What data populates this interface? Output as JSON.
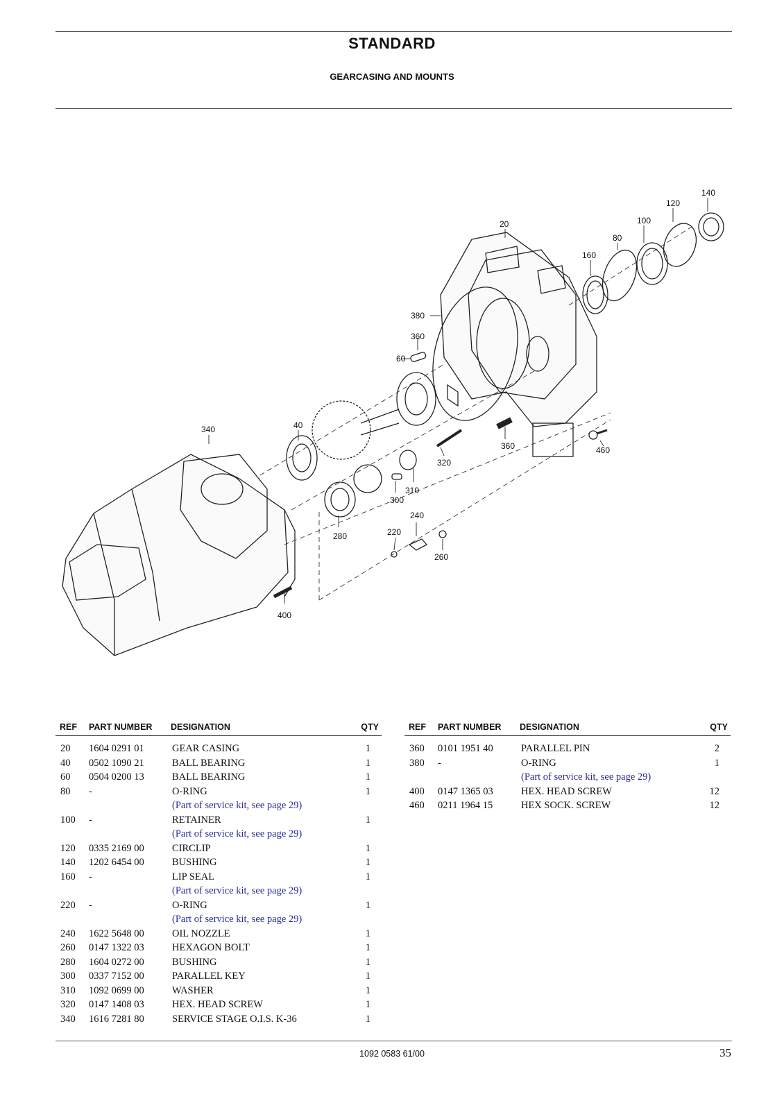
{
  "header": {
    "title": "STANDARD",
    "subtitle": "GEARCASING AND MOUNTS"
  },
  "diagram": {
    "callouts": [
      "20",
      "40",
      "60",
      "80",
      "100",
      "120",
      "140",
      "160",
      "220",
      "240",
      "260",
      "280",
      "300",
      "310",
      "320",
      "340",
      "360",
      "360",
      "380",
      "400",
      "460"
    ]
  },
  "table": {
    "columns": {
      "ref": "REF",
      "part_number": "PART NUMBER",
      "designation": "DESIGNATION",
      "qty": "QTY"
    },
    "left": [
      {
        "ref": "20",
        "part_number": "1604 0291 01",
        "designation": "GEAR CASING",
        "qty": "1"
      },
      {
        "ref": "40",
        "part_number": "0502 1090 21",
        "designation": "BALL BEARING",
        "qty": "1"
      },
      {
        "ref": "60",
        "part_number": "0504 0200 13",
        "designation": "BALL BEARING",
        "qty": "1"
      },
      {
        "ref": "80",
        "part_number": "-",
        "designation": "O-RING",
        "qty": "1",
        "note": "(Part of service kit, see page 29)"
      },
      {
        "ref": "100",
        "part_number": "-",
        "designation": "RETAINER",
        "qty": "1",
        "note": "(Part of service kit, see page 29)"
      },
      {
        "ref": "120",
        "part_number": "0335 2169 00",
        "designation": "CIRCLIP",
        "qty": "1"
      },
      {
        "ref": "140",
        "part_number": "1202 6454 00",
        "designation": "BUSHING",
        "qty": "1"
      },
      {
        "ref": "160",
        "part_number": "-",
        "designation": "LIP SEAL",
        "qty": "1",
        "note": "(Part of service kit, see page 29)"
      },
      {
        "ref": "220",
        "part_number": "-",
        "designation": "O-RING",
        "qty": "1",
        "note": "(Part of service kit, see page 29)"
      },
      {
        "ref": "240",
        "part_number": "1622 5648 00",
        "designation": "OIL NOZZLE",
        "qty": "1"
      },
      {
        "ref": "260",
        "part_number": "0147 1322 03",
        "designation": "HEXAGON BOLT",
        "qty": "1"
      },
      {
        "ref": "280",
        "part_number": "1604 0272 00",
        "designation": "BUSHING",
        "qty": "1"
      },
      {
        "ref": "300",
        "part_number": "0337 7152 00",
        "designation": "PARALLEL KEY",
        "qty": "1"
      },
      {
        "ref": "310",
        "part_number": "1092 0699 00",
        "designation": "WASHER",
        "qty": "1"
      },
      {
        "ref": "320",
        "part_number": "0147 1408 03",
        "designation": "HEX. HEAD SCREW",
        "qty": "1"
      },
      {
        "ref": "340",
        "part_number": "1616 7281 80",
        "designation": "SERVICE STAGE O.I.S. K-36",
        "qty": "1"
      }
    ],
    "right": [
      {
        "ref": "360",
        "part_number": "0101 1951 40",
        "designation": "PARALLEL PIN",
        "qty": "2"
      },
      {
        "ref": "380",
        "part_number": "-",
        "designation": "O-RING",
        "qty": "1",
        "note": "(Part of service kit, see page 29)"
      },
      {
        "ref": "400",
        "part_number": "0147 1365 03",
        "designation": "HEX. HEAD SCREW",
        "qty": "12"
      },
      {
        "ref": "460",
        "part_number": "0211 1964 15",
        "designation": "HEX SOCK. SCREW",
        "qty": "12"
      }
    ]
  },
  "footer": {
    "doc_number": "1092 0583 61/00",
    "page_number": "35"
  },
  "colors": {
    "note_text": "#2b2b9c",
    "rule": "#555555"
  }
}
